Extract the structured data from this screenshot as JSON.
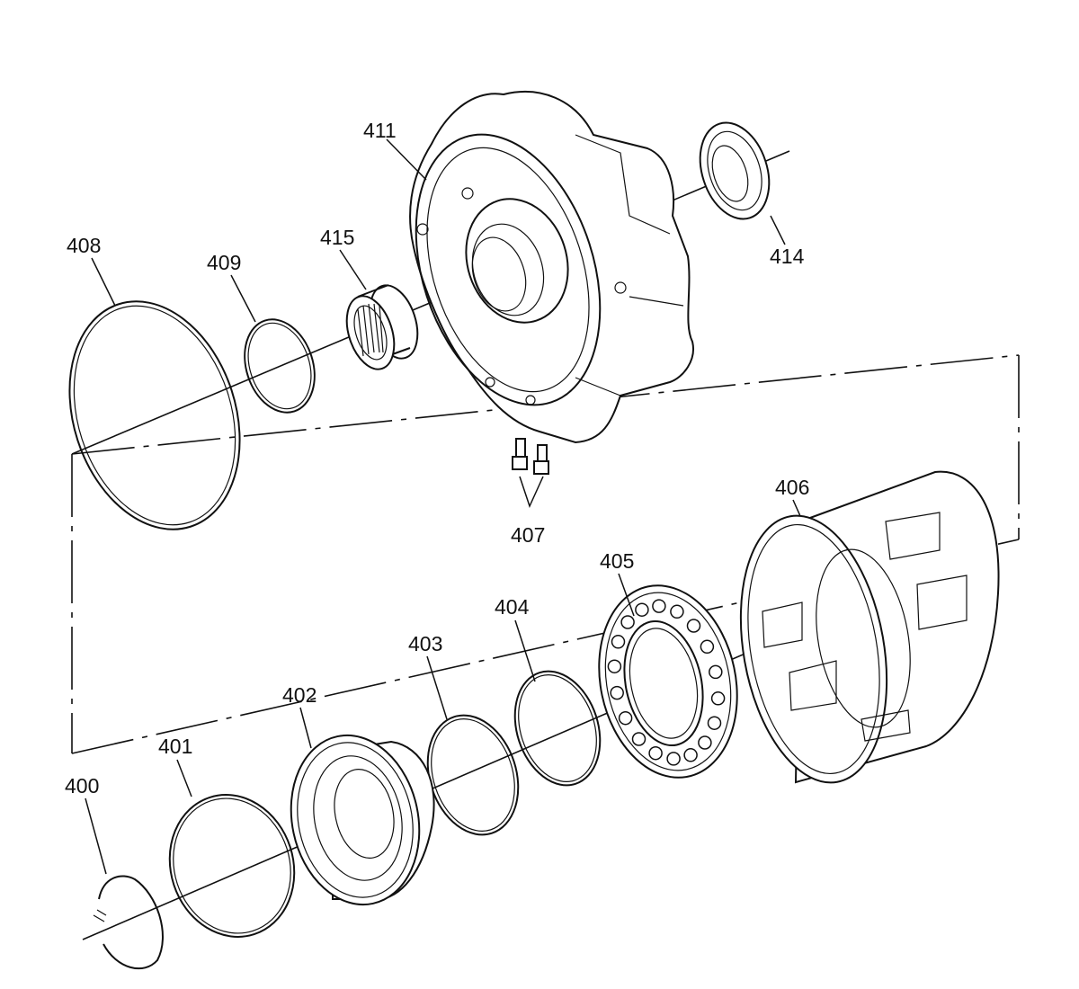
{
  "diagram": {
    "parts": [
      {
        "id": "p400",
        "number": "400"
      },
      {
        "id": "p401",
        "number": "401"
      },
      {
        "id": "p402",
        "number": "402"
      },
      {
        "id": "p403",
        "number": "403"
      },
      {
        "id": "p404",
        "number": "404"
      },
      {
        "id": "p405",
        "number": "405"
      },
      {
        "id": "p406",
        "number": "406"
      },
      {
        "id": "p407",
        "number": "407"
      },
      {
        "id": "p408",
        "number": "408"
      },
      {
        "id": "p409",
        "number": "409"
      },
      {
        "id": "p411",
        "number": "411"
      },
      {
        "id": "p414",
        "number": "414"
      },
      {
        "id": "p415",
        "number": "415"
      }
    ]
  }
}
